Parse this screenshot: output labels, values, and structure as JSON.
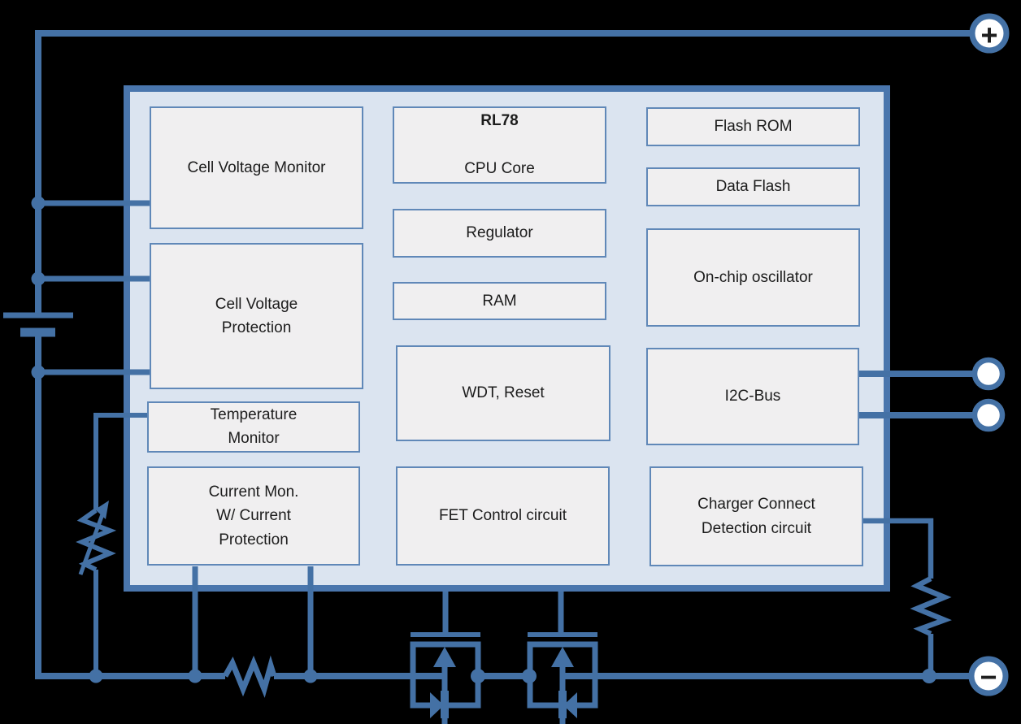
{
  "diagram": {
    "kind": "battery-management-ic-block-diagram",
    "colors": {
      "wire": "#4471a5",
      "box_fill": "#dbe4f0",
      "box_border": "#4a76ad",
      "block_fill": "#f0eff0",
      "block_border": "#6088b8",
      "text": "#1c1c1c"
    },
    "ic": {
      "blocks": {
        "cell_voltage_monitor": "Cell Voltage Monitor",
        "cell_voltage_protection": "Cell Voltage\nProtection",
        "temperature_monitor": "Temperature\nMonitor",
        "current_monitor": "Current Mon.\nW/ Current\nProtection",
        "cpu_title": "RL78",
        "cpu_subtitle": "CPU Core",
        "regulator": "Regulator",
        "ram": "RAM",
        "wdt_reset": "WDT, Reset",
        "fet_control": "FET Control circuit",
        "flash_rom": "Flash ROM",
        "data_flash": "Data Flash",
        "oscillator": "On-chip oscillator",
        "i2c_bus": "I2C-Bus",
        "charger_detect": "Charger Connect\nDetection circuit"
      }
    },
    "terminals": {
      "positive": "+",
      "negative": "−"
    },
    "components": [
      "battery-cell",
      "thermistor",
      "current-sense-resistor",
      "charger-detect-resistor",
      "mosfet-discharge",
      "mosfet-charge"
    ]
  }
}
